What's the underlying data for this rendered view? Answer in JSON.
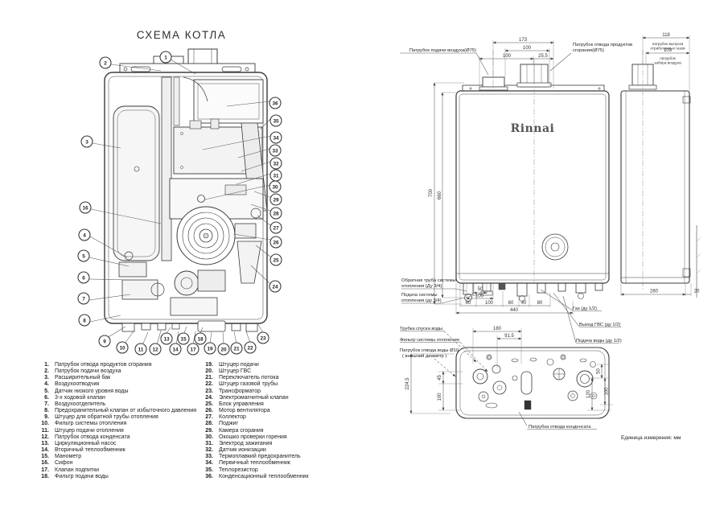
{
  "page": {
    "title": "СХЕМА КОТЛА",
    "brand": "Rinnai",
    "units_note": "Единица измерения: мм"
  },
  "callouts": [
    "1",
    "2",
    "3",
    "4",
    "5",
    "6",
    "7",
    "8",
    "9",
    "10",
    "11",
    "12",
    "13",
    "14",
    "15",
    "16",
    "17",
    "18",
    "19",
    "20",
    "21",
    "22",
    "23",
    "24",
    "25",
    "26",
    "27",
    "28",
    "29",
    "30",
    "31",
    "32",
    "33",
    "34",
    "35",
    "36"
  ],
  "legend": {
    "left": [
      {
        "n": "1.",
        "t": "Патрубок отвода продуктов сгорания"
      },
      {
        "n": "2.",
        "t": "Патрубок подачи воздуха"
      },
      {
        "n": "3.",
        "t": "Расширительный бак"
      },
      {
        "n": "4.",
        "t": "Воздухоотводчик"
      },
      {
        "n": "5.",
        "t": "Датчик низкого уровня воды"
      },
      {
        "n": "6.",
        "t": "3-х ходовой клапан"
      },
      {
        "n": "7.",
        "t": "Воздухоотделитель"
      },
      {
        "n": "8.",
        "t": "Предохранительный клапан от избыточного давления"
      },
      {
        "n": "9.",
        "t": "Штуцер для обратной трубы отопления"
      },
      {
        "n": "10.",
        "t": "Фильтр системы отопления"
      },
      {
        "n": "11.",
        "t": "Штуцер подачи отопления"
      },
      {
        "n": "12.",
        "t": "Патрубок отвода конденсата"
      },
      {
        "n": "13.",
        "t": "Циркуляционный насос"
      },
      {
        "n": "14.",
        "t": "Вторичный теплообменник"
      },
      {
        "n": "15.",
        "t": "Манометр"
      },
      {
        "n": "16.",
        "t": "Сифон"
      },
      {
        "n": "17.",
        "t": "Клапан подпитки"
      },
      {
        "n": "18.",
        "t": "Фильтр подачи воды"
      }
    ],
    "right": [
      {
        "n": "19.",
        "t": "Штуцер подачи"
      },
      {
        "n": "20.",
        "t": "Штуцер ГВС"
      },
      {
        "n": "21.",
        "t": "Переключатель потока"
      },
      {
        "n": "22.",
        "t": "Штуцер газовой трубы"
      },
      {
        "n": "23.",
        "t": "Трансформатор"
      },
      {
        "n": "24.",
        "t": "Электромагнитный клапан"
      },
      {
        "n": "25.",
        "t": "Блок управления"
      },
      {
        "n": "26.",
        "t": "Мотор вентилятора"
      },
      {
        "n": "27.",
        "t": "Коллектор"
      },
      {
        "n": "28.",
        "t": "Поджиг"
      },
      {
        "n": "29.",
        "t": "Камера сгорания"
      },
      {
        "n": "30.",
        "t": "Окошко проверки горения"
      },
      {
        "n": "31.",
        "t": "Электрод зажигания"
      },
      {
        "n": "32.",
        "t": "Датчик ионизации"
      },
      {
        "n": "33.",
        "t": "Термоплавкий предохранитель"
      },
      {
        "n": "34.",
        "t": "Первичный теплообменник"
      },
      {
        "n": "35.",
        "t": "Теплорезистор"
      },
      {
        "n": "36.",
        "t": "Конденсационный теплообменник"
      }
    ]
  },
  "front_view": {
    "label_air": "Патрубок подачи воздуха(Ø75)",
    "label_flue1": "Патрубок отвода продуктов",
    "label_flue2": "сгорания(Ø75)",
    "d173": "173",
    "d100top": "100",
    "d100mid": "100",
    "d255": "25.5",
    "d700": "700",
    "d660": "660",
    "d50": "50",
    "d100b": "100",
    "seg1": "60",
    "seg2": "100",
    "seg3": "60",
    "seg4": "40",
    "seg5": "80",
    "d440": "440",
    "label_return1": "Обратная труба системы",
    "label_return2": "отопления (Ду 3/4)",
    "label_supply1": "Подача системы",
    "label_supply2": "отопления (ду 3/4)"
  },
  "side_view": {
    "d118": "118",
    "exhaust1": "патрубок выпуска",
    "exhaust2": "отработанных газов",
    "d103": "103",
    "intake1": "патрубок",
    "intake2": "забора воздуха",
    "d260": "260",
    "d20": "20",
    "label_gas": "Газ (ду 1/2)",
    "label_dhw": "Выход ГВС (ду 1/2)",
    "label_cold": "Подача воды (ду 1/2)"
  },
  "bottom_view": {
    "label_drain": "Трубка спуска воды",
    "label_filter": "Фильтр системы отопления",
    "label_water_out1": "Патрубок отвода воды Ø10",
    "label_water_out2": "( внешний диаметр )",
    "d180": "180",
    "d915": "91.5",
    "d2245": "224.5",
    "d45": "45",
    "d100l": "100",
    "d50": "50",
    "d120": "120",
    "d100r": "100",
    "label_condensate": "Патрубка отвода конденсата"
  }
}
